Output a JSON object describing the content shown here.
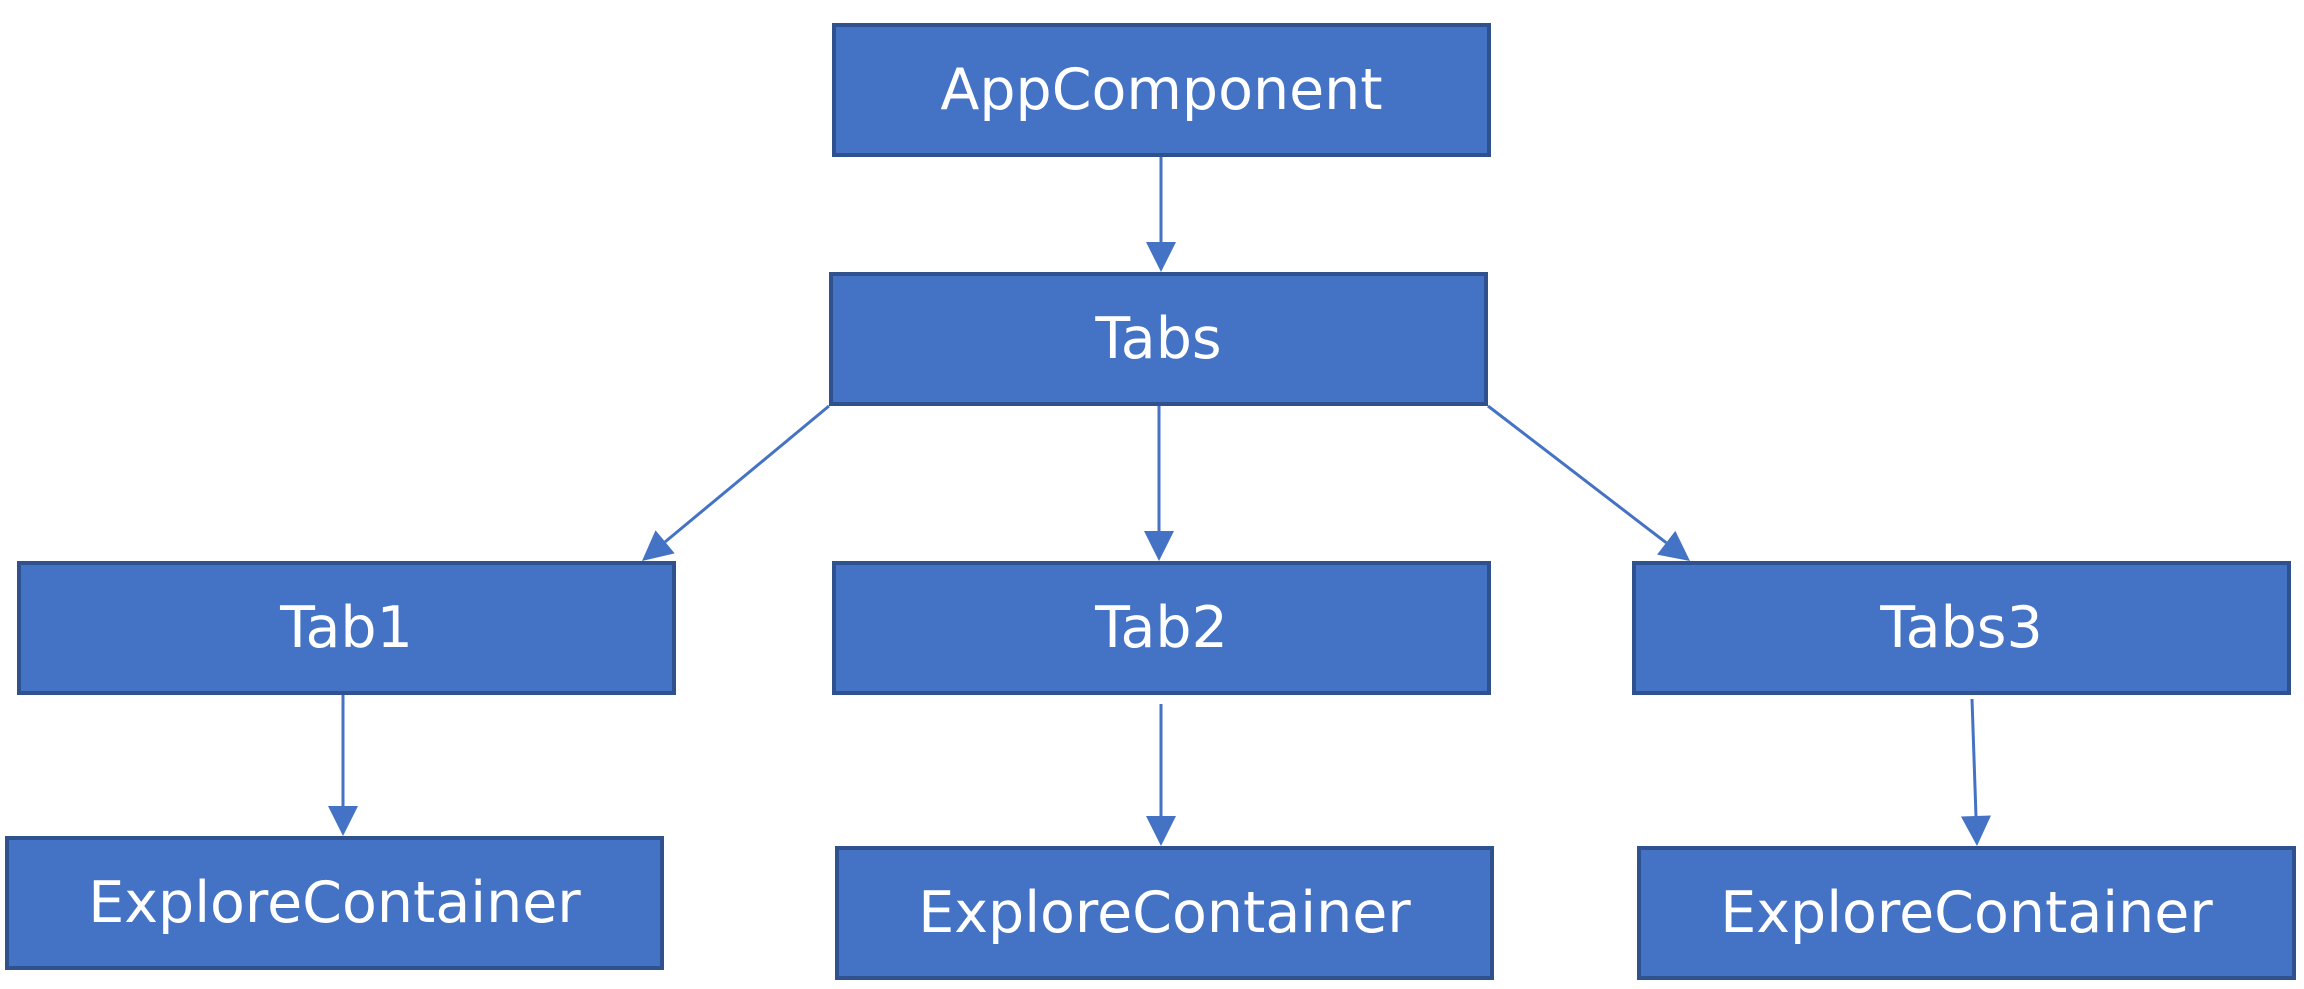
{
  "colors": {
    "node_fill": "#4472c4",
    "node_border": "#2f528f",
    "node_text": "#ffffff",
    "edge": "#4472c4"
  },
  "nodes": {
    "app_component": "AppComponent",
    "tabs": "Tabs",
    "tab1": "Tab1",
    "tab2": "Tab2",
    "tabs3": "Tabs3",
    "explore_container_1": "ExploreContainer",
    "explore_container_2": "ExploreContainer",
    "explore_container_3": "ExploreContainer"
  },
  "edges": [
    {
      "from": "app_component",
      "to": "tabs"
    },
    {
      "from": "tabs",
      "to": "tab1"
    },
    {
      "from": "tabs",
      "to": "tab2"
    },
    {
      "from": "tabs",
      "to": "tabs3"
    },
    {
      "from": "tab1",
      "to": "explore_container_1"
    },
    {
      "from": "tab2",
      "to": "explore_container_2"
    },
    {
      "from": "tabs3",
      "to": "explore_container_3"
    }
  ]
}
